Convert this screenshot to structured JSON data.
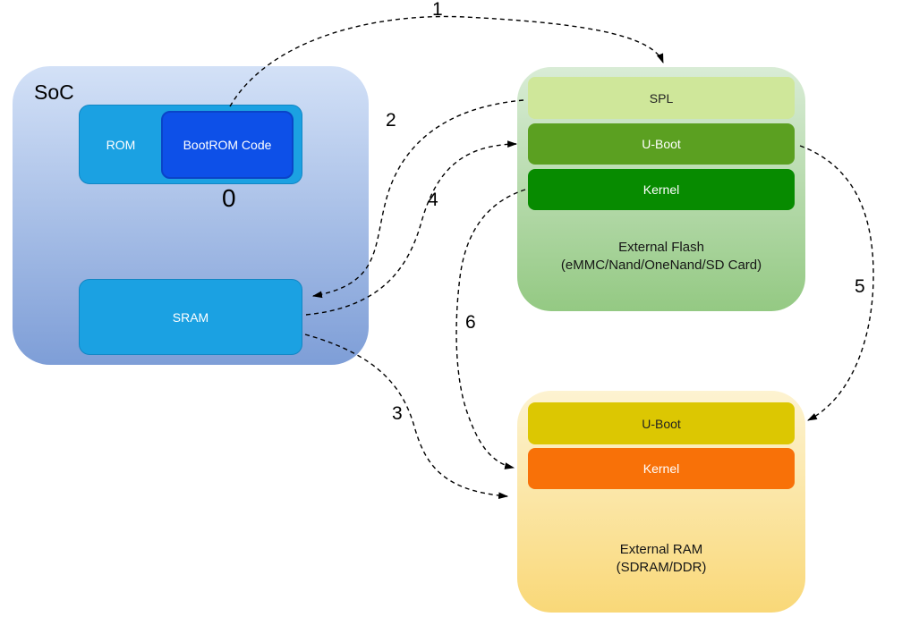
{
  "soc": {
    "title": "SoC",
    "rom_label": "ROM",
    "bootrom_label": "BootROM Code",
    "sram_label": "SRAM"
  },
  "external_flash": {
    "caption_line1": "External Flash",
    "caption_line2": "(eMMC/Nand/OneNand/SD Card)",
    "spl_label": "SPL",
    "uboot_label": "U-Boot",
    "kernel_label": "Kernel"
  },
  "external_ram": {
    "caption_line1": "External RAM",
    "caption_line2": "(SDRAM/DDR)",
    "uboot_label": "U-Boot",
    "kernel_label": "Kernel"
  },
  "step_labels": {
    "step0": "0",
    "step1": "1",
    "step2": "2",
    "step3": "3",
    "step4": "4",
    "step5": "5",
    "step6": "6"
  },
  "colors": {
    "soc_gradient_top": "#d3e1f7",
    "soc_gradient_bottom": "#7e9ed7",
    "rom_fill": "#1ba1e2",
    "rom_stroke": "#1286c4",
    "bootrom_fill": "#0d50e8",
    "bootrom_stroke": "#0a44c8",
    "sram_fill": "#1ba1e2",
    "flash_gradient_top": "#d9ecd6",
    "flash_gradient_bottom": "#94c983",
    "spl_fill": "#cfe79a",
    "flash_uboot_fill": "#5ba021",
    "flash_kernel_fill": "#078b00",
    "ram_gradient_top": "#fdf3d1",
    "ram_gradient_bottom": "#f9d878",
    "ram_uboot_fill": "#dcc702",
    "ram_kernel_fill": "#f87108",
    "arrow_color": "#000000"
  }
}
